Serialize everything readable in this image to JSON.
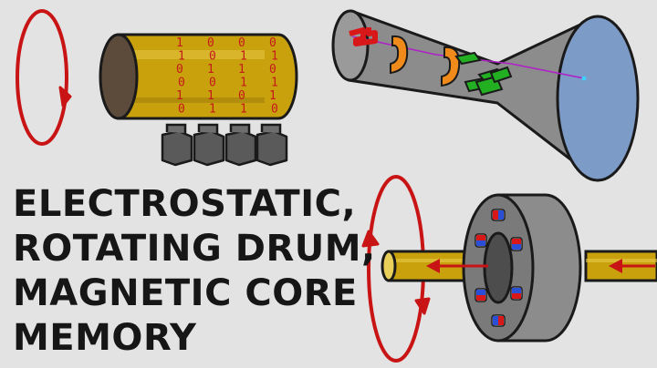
{
  "title": {
    "line1": "ELECTROSTATIC,",
    "line2": "ROTATING DRUM,",
    "line3": "MAGNETIC CORE",
    "line4": "MEMORY"
  },
  "drum_bits": [
    [
      "1",
      "0",
      "0",
      "0"
    ],
    [
      "1",
      "0",
      "1",
      "1"
    ],
    [
      "0",
      "1",
      "1",
      "0"
    ],
    [
      "0",
      "0",
      "1",
      "1"
    ],
    [
      "1",
      "1",
      "0",
      "1"
    ],
    [
      "0",
      "1",
      "1",
      "0"
    ]
  ],
  "colors": {
    "background": "#e3e3e3",
    "text": "#161616",
    "rotation_arrow": "#c81414",
    "bits": "#c41a1a",
    "drum_body": "#c9a10d",
    "tube_body": "#8c8c8c",
    "tube_screen": "#7d9bc7",
    "core": "#7a7a7a",
    "wire": "#c9a10d",
    "beam": "#b020c8"
  },
  "icons": [
    "rotation-arrow-icon",
    "magnetic-drum-icon",
    "read-heads-icon",
    "williams-tube-icon",
    "magnetic-core-icon",
    "current-arrow-icon"
  ]
}
